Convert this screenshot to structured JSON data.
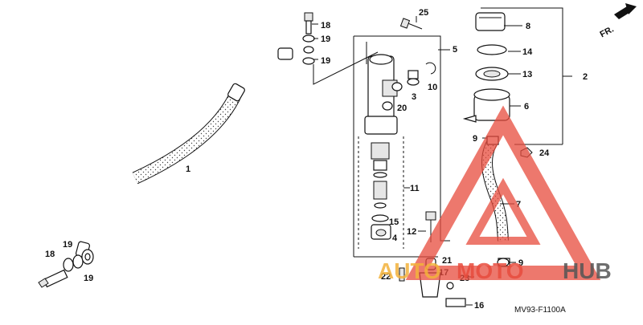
{
  "diagram": {
    "code": "MV93-F1100A",
    "direction_label": "FR.",
    "watermark": {
      "text_left": "AUTO",
      "text_mid": "MOTO",
      "text_right": "HUB",
      "accent_color": "#e84c3d",
      "gold_color": "#f3b23b"
    },
    "callouts": {
      "p1": "1",
      "p2": "2",
      "p3": "3",
      "p4": "4",
      "p5": "5",
      "p6": "6",
      "p7": "7",
      "p8": "8",
      "p9a": "9",
      "p9b": "9",
      "p10": "10",
      "p11": "11",
      "p12": "12",
      "p13": "13",
      "p14": "14",
      "p15": "15",
      "p16": "16",
      "p17": "17",
      "p18a": "18",
      "p18b": "18",
      "p19a": "19",
      "p19b": "19",
      "p19c": "19",
      "p19d": "19",
      "p20": "20",
      "p21": "21",
      "p22": "22",
      "p23": "23",
      "p24": "24",
      "p25": "25"
    }
  }
}
